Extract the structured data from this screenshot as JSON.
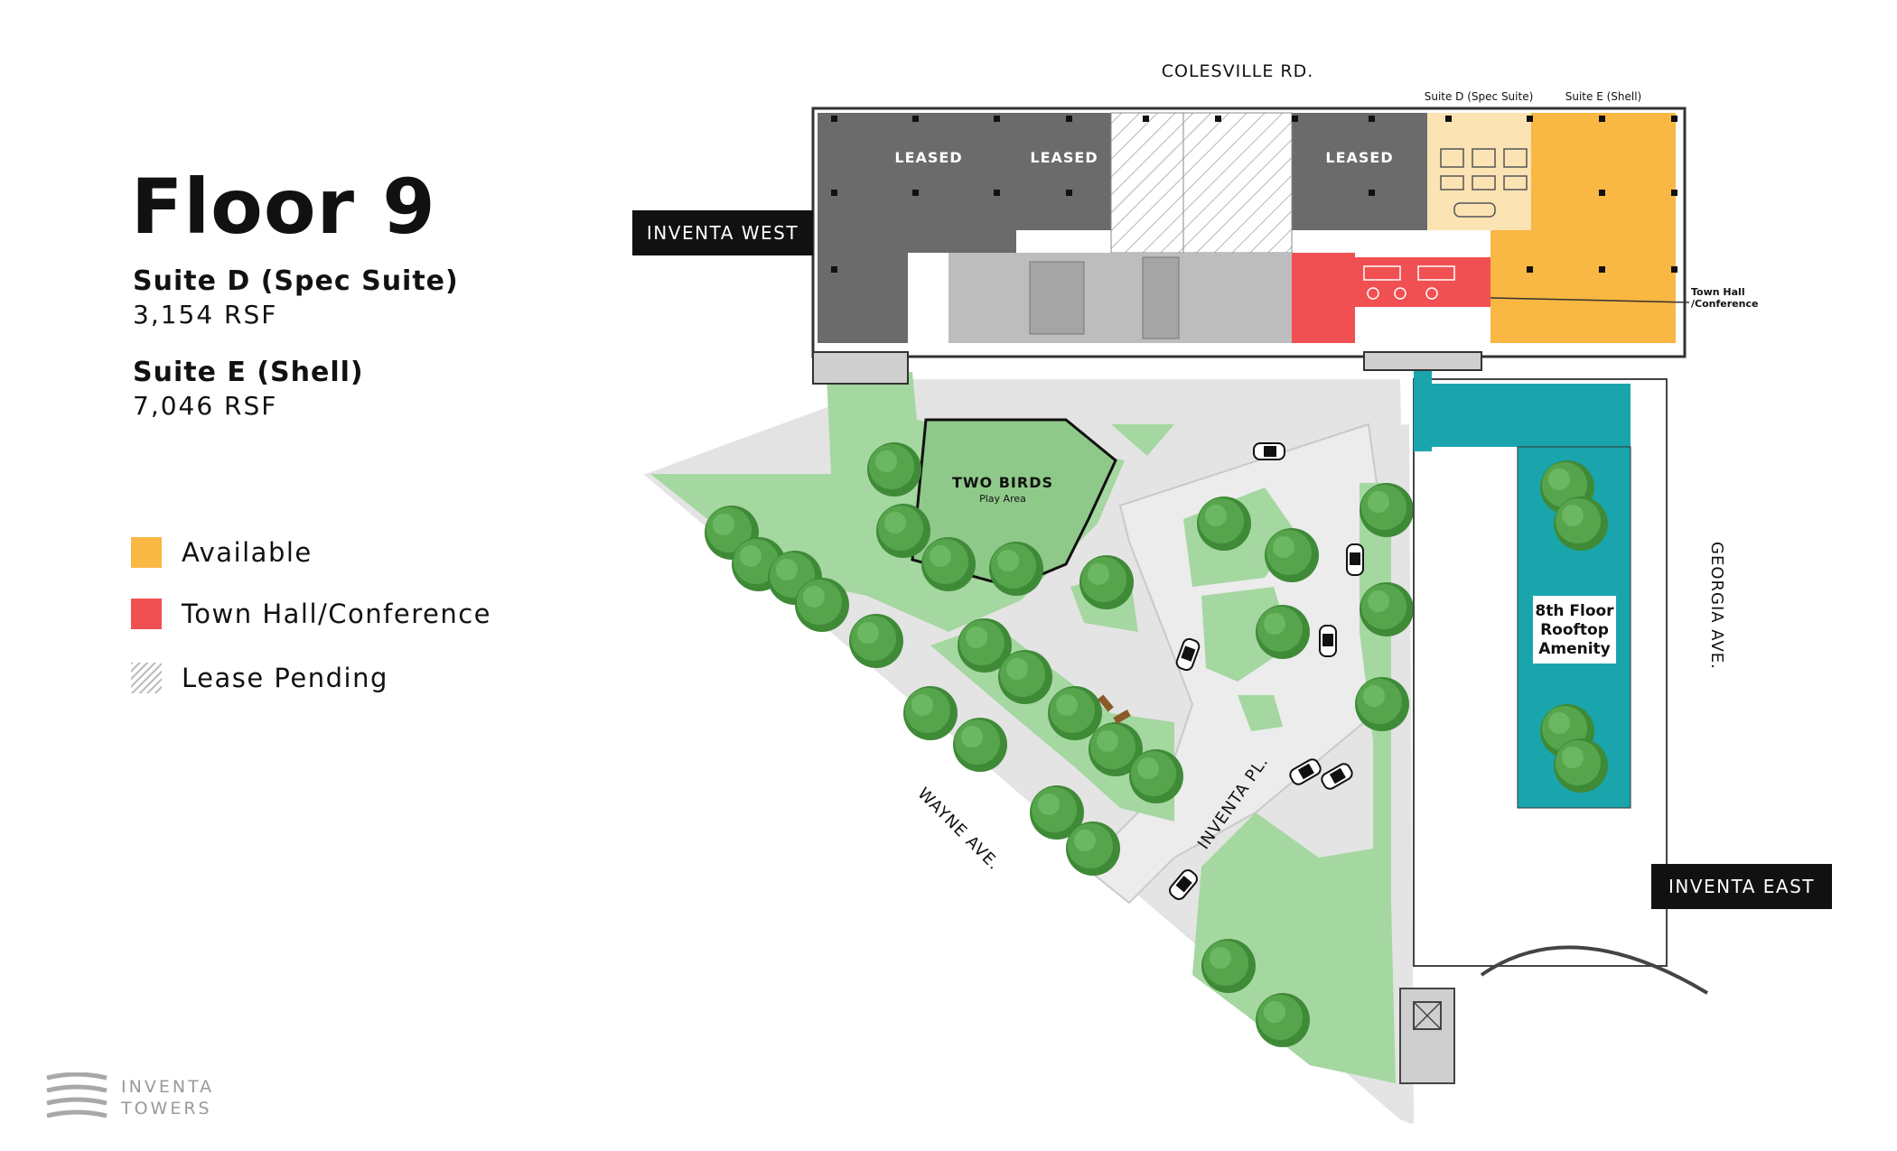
{
  "floor_title": "Floor 9",
  "suites": [
    {
      "name": "Suite D (Spec Suite)",
      "size": "3,154 RSF"
    },
    {
      "name": "Suite E (Shell)",
      "size": "7,046 RSF"
    }
  ],
  "legend": [
    {
      "label": "Available",
      "color": "#f9b743"
    },
    {
      "label": "Town Hall/Conference",
      "color": "#f05052"
    },
    {
      "label": "Lease Pending",
      "pattern": "hatch"
    }
  ],
  "map": {
    "streets": {
      "north": "COLESVILLE RD.",
      "east": "GEORGIA AVE.",
      "southwest": "WAYNE AVE.",
      "center": "INVENTA PL."
    },
    "buildings": {
      "west": "INVENTA WEST",
      "east": "INVENTA EAST"
    },
    "leased_label": "LEASED",
    "suite_labels": {
      "d": "Suite D (Spec Suite)",
      "e": "Suite E (Shell)"
    },
    "callouts": {
      "town_hall_line1": "Town Hall",
      "town_hall_line2": "/Conference"
    },
    "play_area": {
      "name": "TWO BIRDS",
      "sub": "Play Area"
    },
    "amenity": {
      "line1": "8th Floor",
      "line2": "Rooftop",
      "line3": "Amenity"
    }
  },
  "brand": {
    "line1": "INVENTA",
    "line2": "TOWERS"
  },
  "colors": {
    "available": "#f9b743",
    "available_light": "#fbe3b4",
    "town_hall": "#f05052",
    "leased": "#6b6b6b",
    "green": "#a5d7a1",
    "tree": "#4f9a45",
    "plaza": "#e3e3e3",
    "amenity": "#1aa5ad",
    "dark_label": "#111111"
  }
}
